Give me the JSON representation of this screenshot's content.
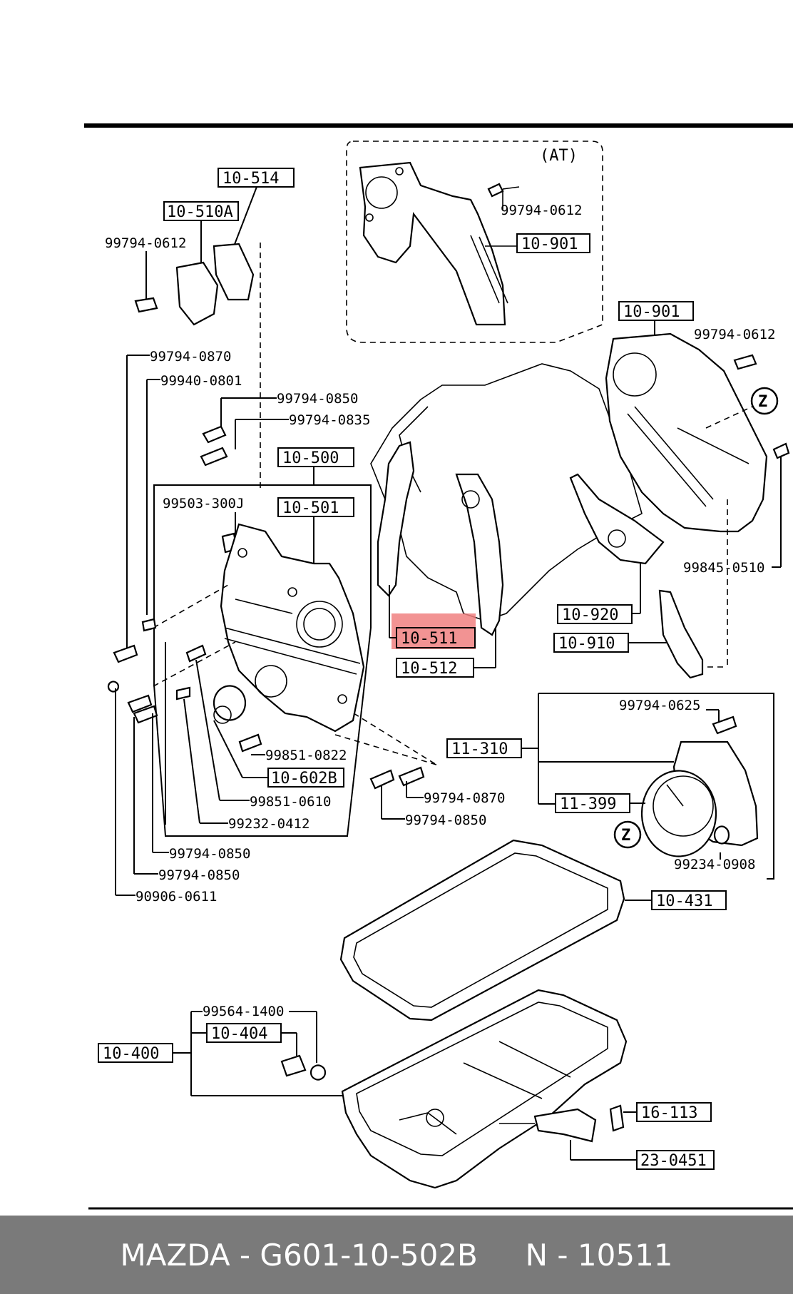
{
  "variant_label": "(AT)",
  "zone_marker": "Z",
  "highlighted_callout": "10-511",
  "callouts": {
    "c10_514": "10-514",
    "c10_510A": "10-510A",
    "c10_901_at": "10-901",
    "c10_901": "10-901",
    "c10_500": "10-500",
    "c10_501": "10-501",
    "c10_511": "10-511",
    "c10_512": "10-512",
    "c10_920": "10-920",
    "c10_910": "10-910",
    "c10_602B": "10-602B",
    "c11_310": "11-310",
    "c11_399": "11-399",
    "c10_431": "10-431",
    "c10_404": "10-404",
    "c10_400": "10-400",
    "c16_113": "16-113",
    "c23_0451": "23-0451"
  },
  "part_numbers": {
    "p_0612_a": "99794-0612",
    "p_0612_b": "99794-0612",
    "p_0612_c": "99794-0612",
    "p_0870_a": "99794-0870",
    "p_0801": "99940-0801",
    "p_0850_a": "99794-0850",
    "p_0835": "99794-0835",
    "p_300J": "99503-300J",
    "p_0822": "99851-0822",
    "p_0610": "99851-0610",
    "p_0412": "99232-0412",
    "p_0850_b": "99794-0850",
    "p_0850_c": "99794-0850",
    "p_0611": "90906-0611",
    "p_0870_b": "99794-0870",
    "p_0850_d": "99794-0850",
    "p_0510": "99845-0510",
    "p_0625": "99794-0625",
    "p_0908": "99234-0908",
    "p_1400": "99564-1400"
  },
  "footer": {
    "brand_part": "MAZDA - G601-10-502B",
    "ref": "N - 10511"
  },
  "highlight_color": "#f08080"
}
